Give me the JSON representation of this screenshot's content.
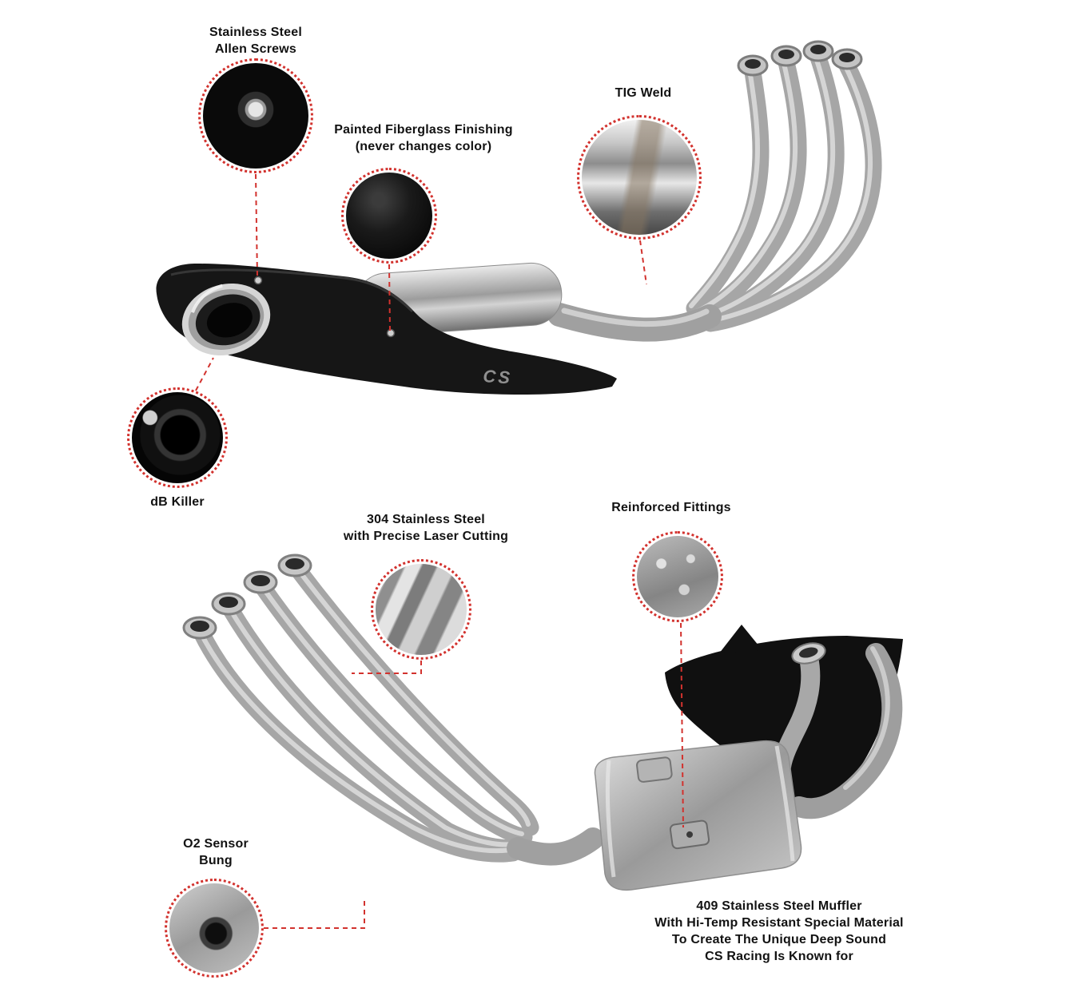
{
  "diagram": {
    "background": "#ffffff",
    "accent_color": "#d2322e",
    "text_color": "#121212"
  },
  "callouts": {
    "allen_screws": {
      "label": "Stainless Steel\nAllen Screws"
    },
    "fiberglass": {
      "label": "Painted Fiberglass Finishing\n(never changes color)"
    },
    "tig_weld": {
      "label": "TIG Weld"
    },
    "db_killer": {
      "label": "dB Killer"
    },
    "laser_304": {
      "label": "304 Stainless Steel\nwith Precise Laser Cutting"
    },
    "reinforced_fittings": {
      "label": "Reinforced Fittings"
    },
    "o2_bung": {
      "label": "O2 Sensor\nBung"
    },
    "muffler_409": {
      "label": "409 Stainless Steel Muffler\nWith Hi-Temp Resistant Special Material\nTo Create The Unique Deep Sound\nCS Racing Is Known for"
    }
  },
  "branding": {
    "muffler_logo": "CS"
  }
}
